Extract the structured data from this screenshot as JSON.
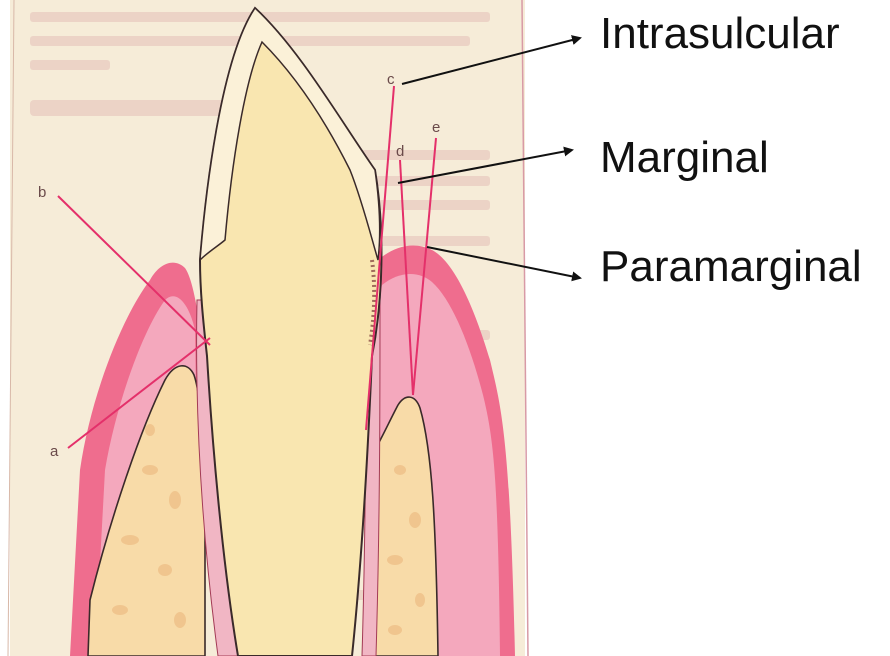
{
  "figure": {
    "point_labels": {
      "a": "a",
      "b": "b",
      "c": "c",
      "d": "d",
      "e": "e"
    },
    "callouts": {
      "intrasulcular": "Intrasulcular",
      "marginal": "Marginal",
      "paramarginal": "Paramarginal"
    }
  },
  "colors": {
    "page_bg": "#f6ecd8",
    "gum_dark": "#ef6d8e",
    "gum_light": "#f4a8bd",
    "tooth": "#f9e6b0",
    "enamel": "#fbf1d8",
    "bone": "#f8dba8",
    "leader": "#e4306a",
    "arrow": "#111111"
  }
}
